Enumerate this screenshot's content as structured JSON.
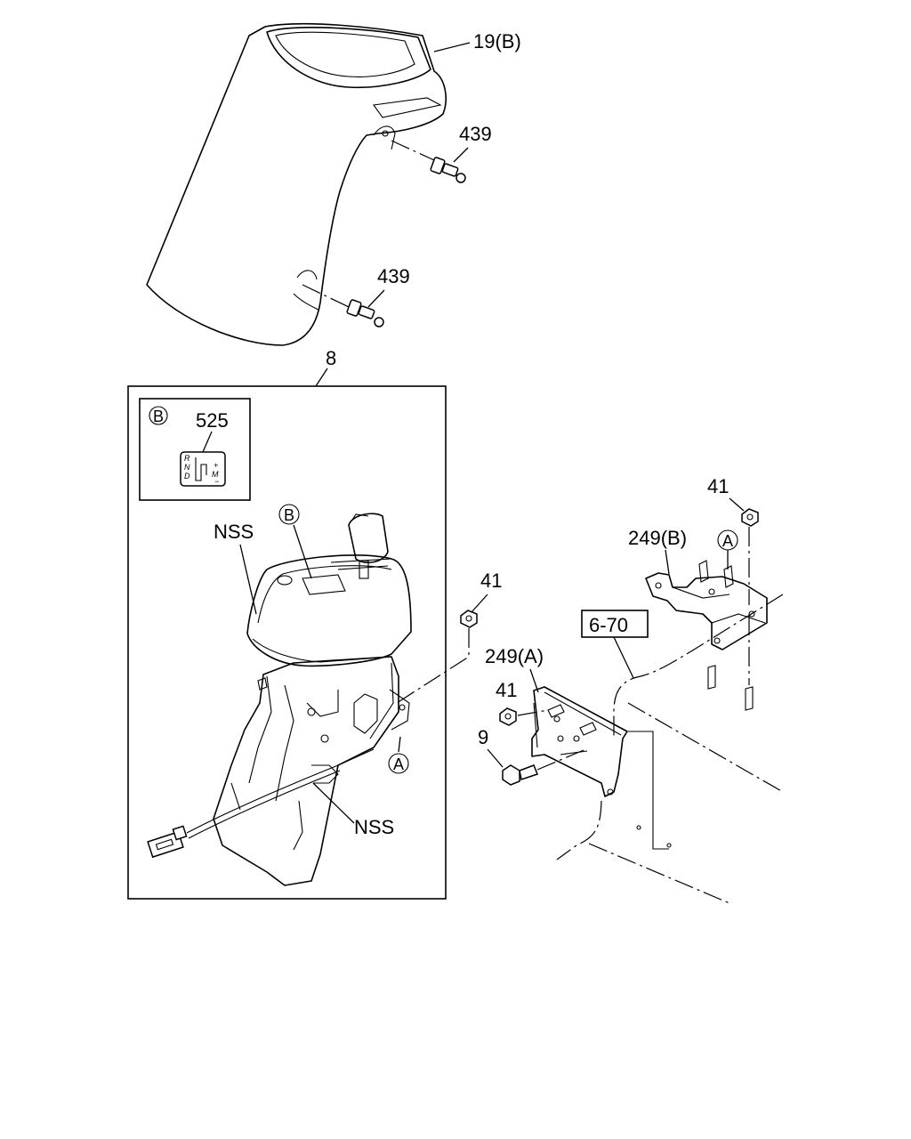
{
  "labels": {
    "console_cover": "19(B)",
    "screw_upper": "439",
    "screw_lower": "439",
    "shifter_assembly": "8",
    "indicator_plate": "525",
    "callout_b_small": "B",
    "callout_b_console": "B",
    "nss_upper": "NSS",
    "nss_lower": "NSS",
    "nut_left": "41",
    "callout_a_left": "A",
    "bracket_a": "249(A)",
    "nut_bracket_a": "41",
    "bolt": "9",
    "ref_box": "6-70",
    "nut_right": "41",
    "bracket_b": "249(B)",
    "callout_a_right": "A"
  },
  "indicator_plate_text": {
    "left_column": "R N D",
    "right_plus": "+",
    "right_m": "M",
    "right_minus": "−"
  }
}
